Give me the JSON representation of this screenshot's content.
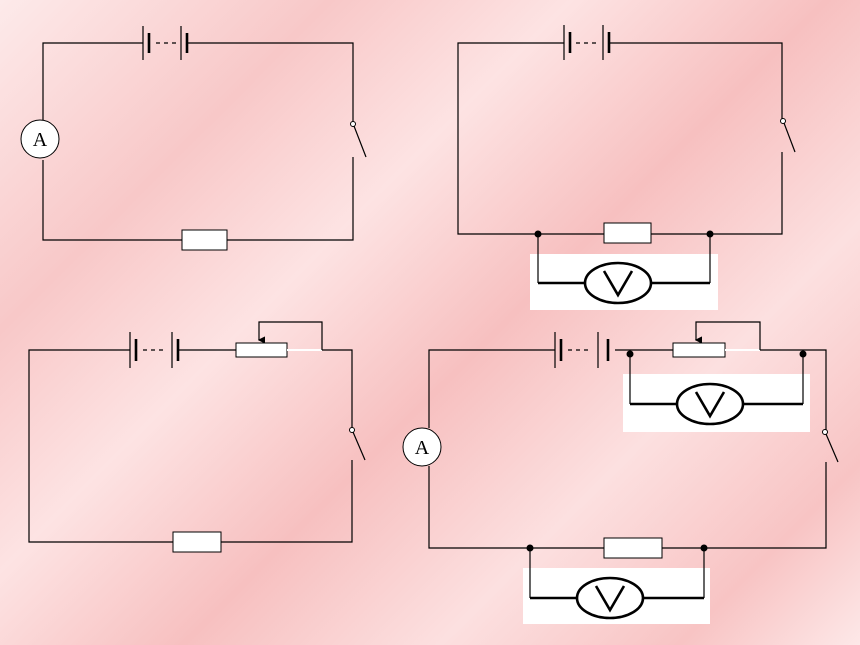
{
  "diagrams": [
    {
      "id": "circuit-1",
      "ammeter_label": "A"
    },
    {
      "id": "circuit-2"
    },
    {
      "id": "circuit-3"
    },
    {
      "id": "circuit-4",
      "ammeter_label": "A"
    }
  ],
  "colors": {
    "background": "#f8c8c8",
    "wire": "#000000",
    "component_fill": "#ffffff"
  }
}
